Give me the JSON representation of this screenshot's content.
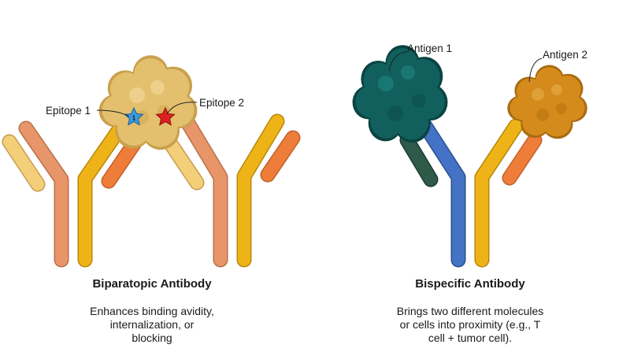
{
  "left_panel": {
    "title": "Biparatopic Antibody",
    "description": [
      "Enhances binding avidity,",
      "internalization, or",
      "blocking"
    ],
    "labels": {
      "epitope_1": "Epitope 1",
      "epitope_2": "Epitope 2",
      "star_number": "1"
    }
  },
  "right_panel": {
    "title": "Bispecific Antibody",
    "description": [
      "Brings two different molecules",
      "or cells into proximity (e.g., T",
      "cell + tumor cell)."
    ],
    "labels": {
      "antigen_1": "Antigen 1",
      "antigen_2": "Antigen 2"
    }
  },
  "colors": {
    "heavy_chain_orange": "#e8956a",
    "light_chain_pale": "#f3cf7a",
    "heavy_chain_yellow": "#eeb417",
    "light_chain_orange": "#ef7d3a",
    "heavy_chain_blue": "#4472c4",
    "light_chain_dark_green": "#2f5a4a",
    "antigen_blob_tan": "#e4c06e",
    "antigen_1_teal": "#11605d",
    "antigen_2_amber": "#d48b1c",
    "epitope_1_star": "#3a9be0",
    "epitope_2_star": "#e02020"
  }
}
